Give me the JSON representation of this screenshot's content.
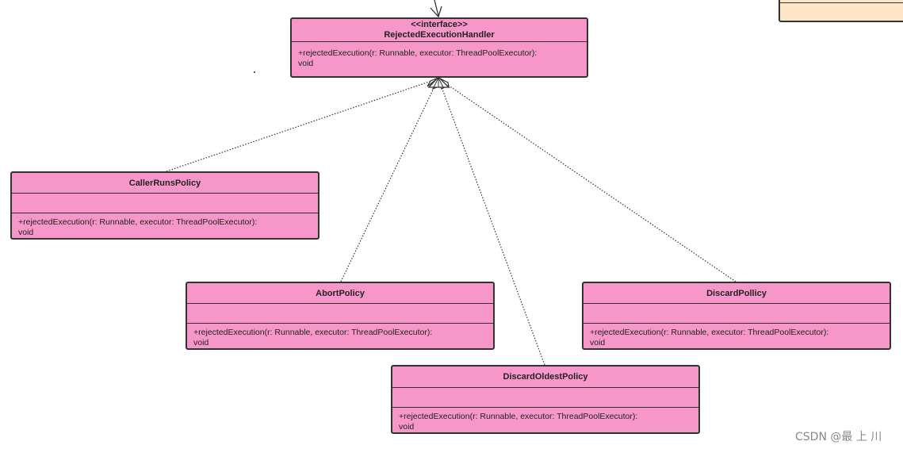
{
  "interface": {
    "stereotype": "<<interface>>",
    "name": "RejectedExecutionHandler",
    "operation": "+rejectedExecution(r: Runnable, executor: ThreadPoolExecutor):",
    "return_type": "void"
  },
  "classes": [
    {
      "name": "CallerRunsPolicy",
      "operation": "+rejectedExecution(r: Runnable, executor: ThreadPoolExecutor):",
      "return_type": "void"
    },
    {
      "name": "AbortPolicy",
      "operation": "+rejectedExecution(r: Runnable, executor: ThreadPoolExecutor):",
      "return_type": "void"
    },
    {
      "name": "DiscardPollicy",
      "operation": "+rejectedExecution(r: Runnable, executor: ThreadPoolExecutor):",
      "return_type": "void"
    },
    {
      "name": "DiscardOldestPolicy",
      "operation": "+rejectedExecution(r: Runnable, executor: ThreadPoolExecutor):",
      "return_type": "void"
    }
  ],
  "relations": [
    {
      "from": "CallerRunsPolicy",
      "to": "RejectedExecutionHandler",
      "type": "realization"
    },
    {
      "from": "AbortPolicy",
      "to": "RejectedExecutionHandler",
      "type": "realization"
    },
    {
      "from": "DiscardOldestPolicy",
      "to": "RejectedExecutionHandler",
      "type": "realization"
    },
    {
      "from": "DiscardPollicy",
      "to": "RejectedExecutionHandler",
      "type": "realization"
    }
  ],
  "watermark": "CSDN @最 上 川",
  "colors": {
    "class_fill": "#f797c9",
    "border": "#333333",
    "note_fill": "#fde6c8"
  }
}
